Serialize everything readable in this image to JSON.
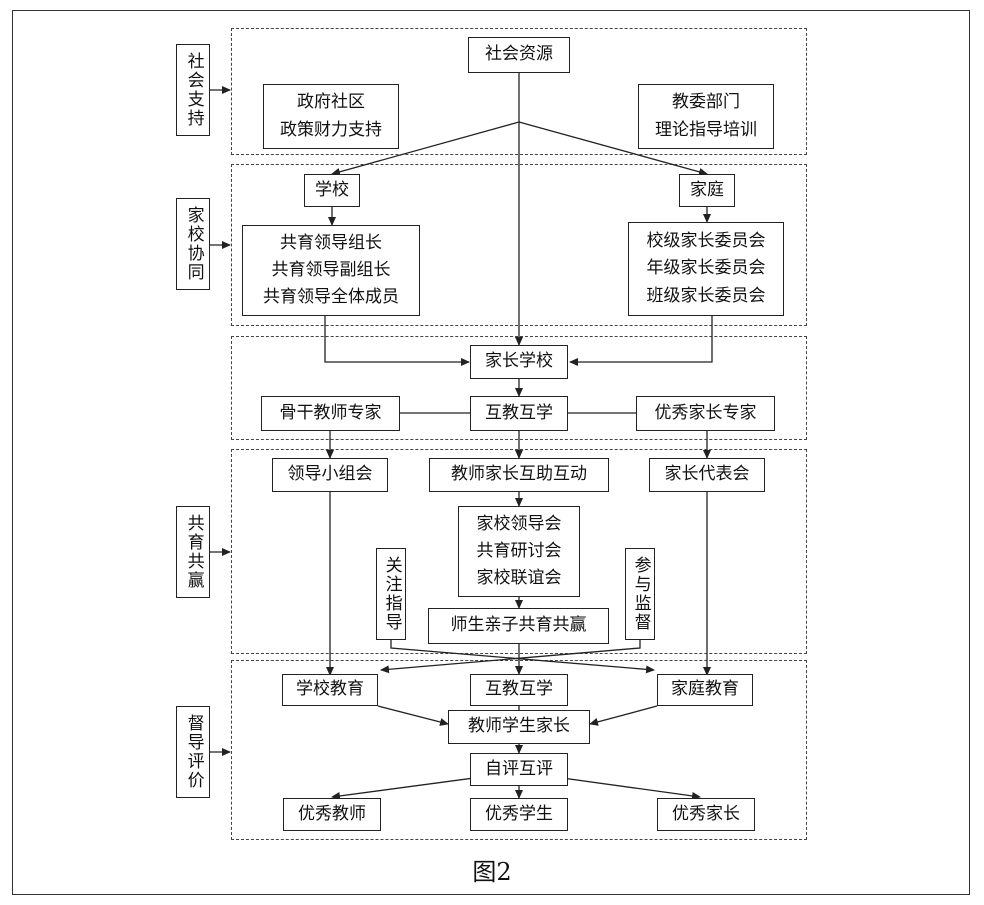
{
  "sections": [
    {
      "label": "社会支持"
    },
    {
      "label": "家校协同"
    },
    {
      "label": "共育共赢"
    },
    {
      "label": "督导评价"
    }
  ],
  "nodes": {
    "social_resources": "社会资源",
    "gov_community": "政府社区\n政策财力支持",
    "edu_commission": "教委部门\n理论指导培训",
    "school": "学校",
    "family": "家庭",
    "school_leaders": "共育领导组长\n共育领导副组长\n共育领导全体成员",
    "parent_committees": "校级家长委员会\n年级家长委员会\n班级家长委员会",
    "parent_school": "家长学校",
    "backbone_teachers": "骨干教师专家",
    "mutual_teach_1": "互教互学",
    "excellent_parents_expert": "优秀家长专家",
    "leading_group": "领导小组会",
    "teacher_parent_interaction": "教师家长互助互动",
    "parent_representatives": "家长代表会",
    "meetings": "家校领导会\n共育研讨会\n家校联谊会",
    "attention_guidance": "关注指导",
    "participate_supervise": "参与监督",
    "teacher_student_parent_win": "师生亲子共育共赢",
    "school_education": "学校教育",
    "mutual_teach_2": "互教互学",
    "family_education": "家庭教育",
    "teacher_student_parent": "教师学生家长",
    "self_mutual_eval": "自评互评",
    "excellent_teacher": "优秀教师",
    "excellent_student": "优秀学生",
    "excellent_parent": "优秀家长"
  },
  "caption": "图2"
}
